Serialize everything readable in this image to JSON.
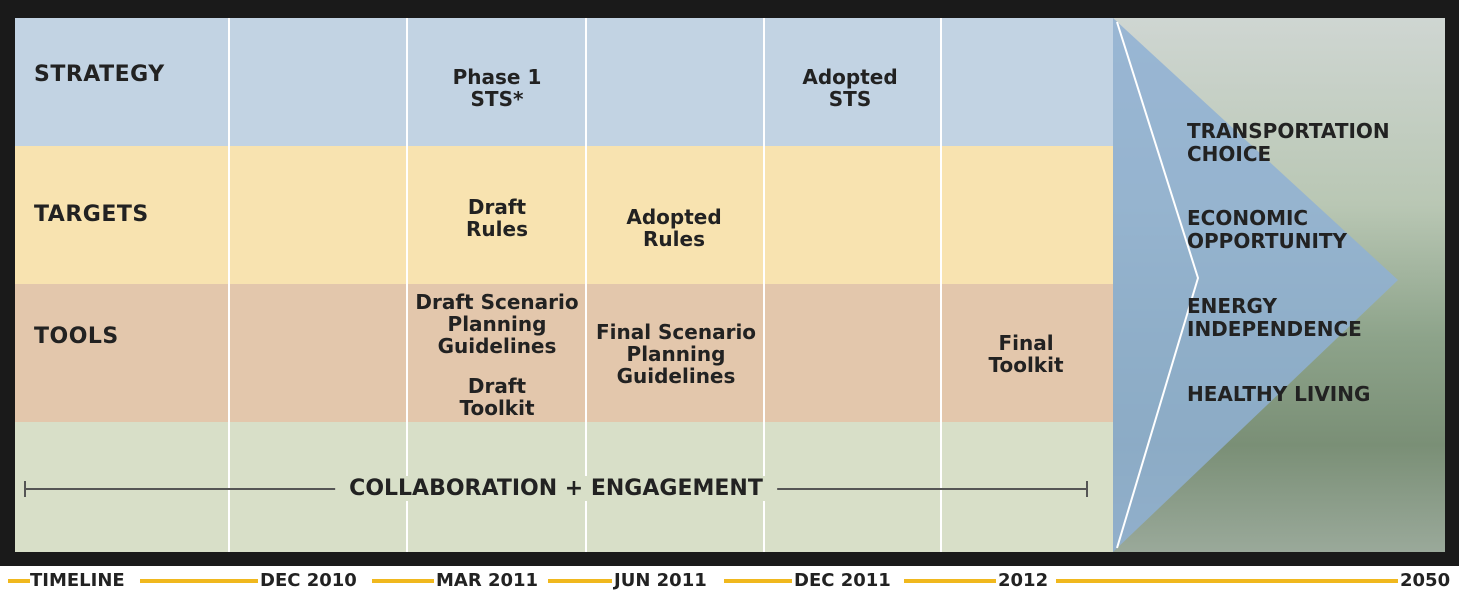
{
  "rows": {
    "strategy": "STRATEGY",
    "targets": "TARGETS",
    "tools": "TOOLS"
  },
  "cells": {
    "phase1": "Phase 1\nSTS*",
    "adopted_sts": "Adopted\nSTS",
    "draft_rules": "Draft\nRules",
    "adopted_rules": "Adopted\nRules",
    "draft_guidelines": "Draft Scenario\nPlanning\nGuidelines",
    "draft_toolkit": "Draft\nToolkit",
    "final_guidelines": "Final Scenario\nPlanning\nGuidelines",
    "final_toolkit": "Final\nToolkit"
  },
  "collaboration": "COLLABORATION + ENGAGEMENT",
  "outcomes": [
    "TRANSPORTATION\nCHOICE",
    "ECONOMIC\nOPPORTUNITY",
    "ENERGY\nINDEPENDENCE",
    "HEALTHY LIVING"
  ],
  "timeline": {
    "label": "TIMELINE",
    "ticks": [
      "DEC 2010",
      "MAR 2011",
      "JUN 2011",
      "DEC 2011",
      "2012",
      "2050"
    ]
  },
  "colors": {
    "strategy": "#c2d3e3",
    "targets": "#f8e3b0",
    "tools": "#e3c7ac",
    "collaboration": "#d8dfc8",
    "timeline_bar": "#f0b81e",
    "arrow": "#8fb0d4"
  }
}
